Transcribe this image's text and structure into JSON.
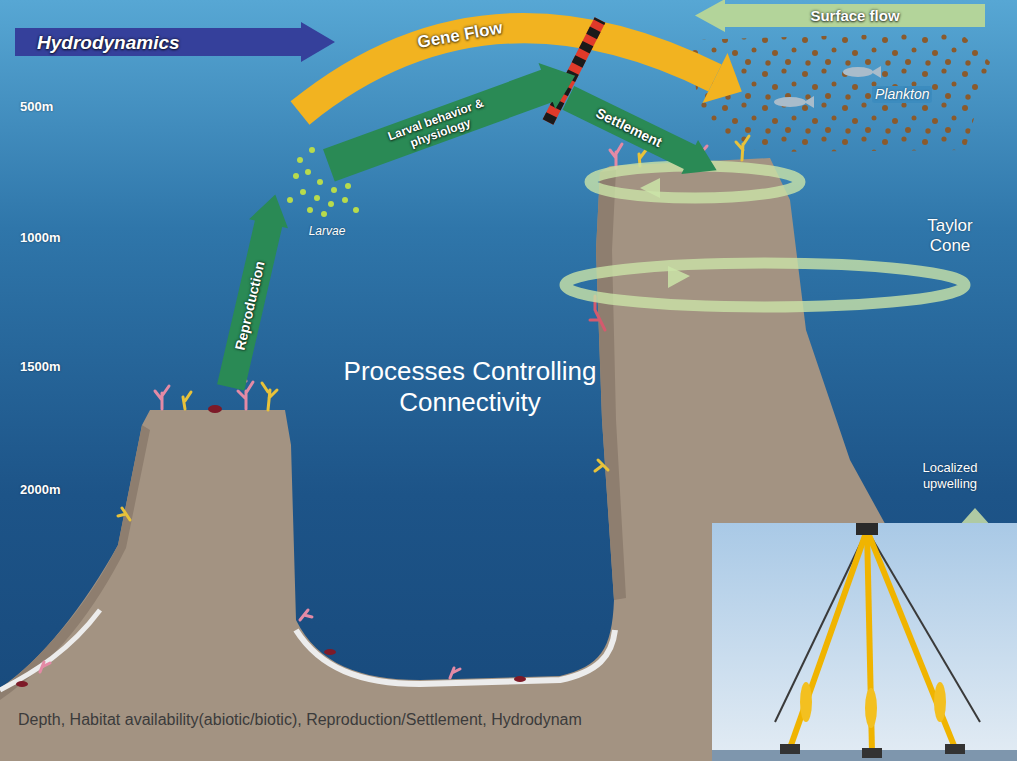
{
  "diagram": {
    "title": "Processes Controlling Connectivity",
    "nodes": [
      {
        "text": [
          "Hydrodynamics"
        ]
      },
      {
        "text": [
          "Gene Flow"
        ]
      },
      {
        "text": [
          "Surface flow"
        ]
      },
      {
        "text": [
          "Reproduction"
        ]
      },
      {
        "text": [
          "Larval behavior & physiology"
        ]
      },
      {
        "text": [
          "Settlement"
        ]
      }
    ],
    "labels": [
      "500m",
      "1000m",
      "1500m",
      "2000m",
      "Larvae",
      "Plankton",
      "Taylor Cone",
      "Localized upwelling",
      "Depth, Habitat availability(abiotic/biotic), Reproduction/Settlement, Hydrodynam"
    ]
  }
}
